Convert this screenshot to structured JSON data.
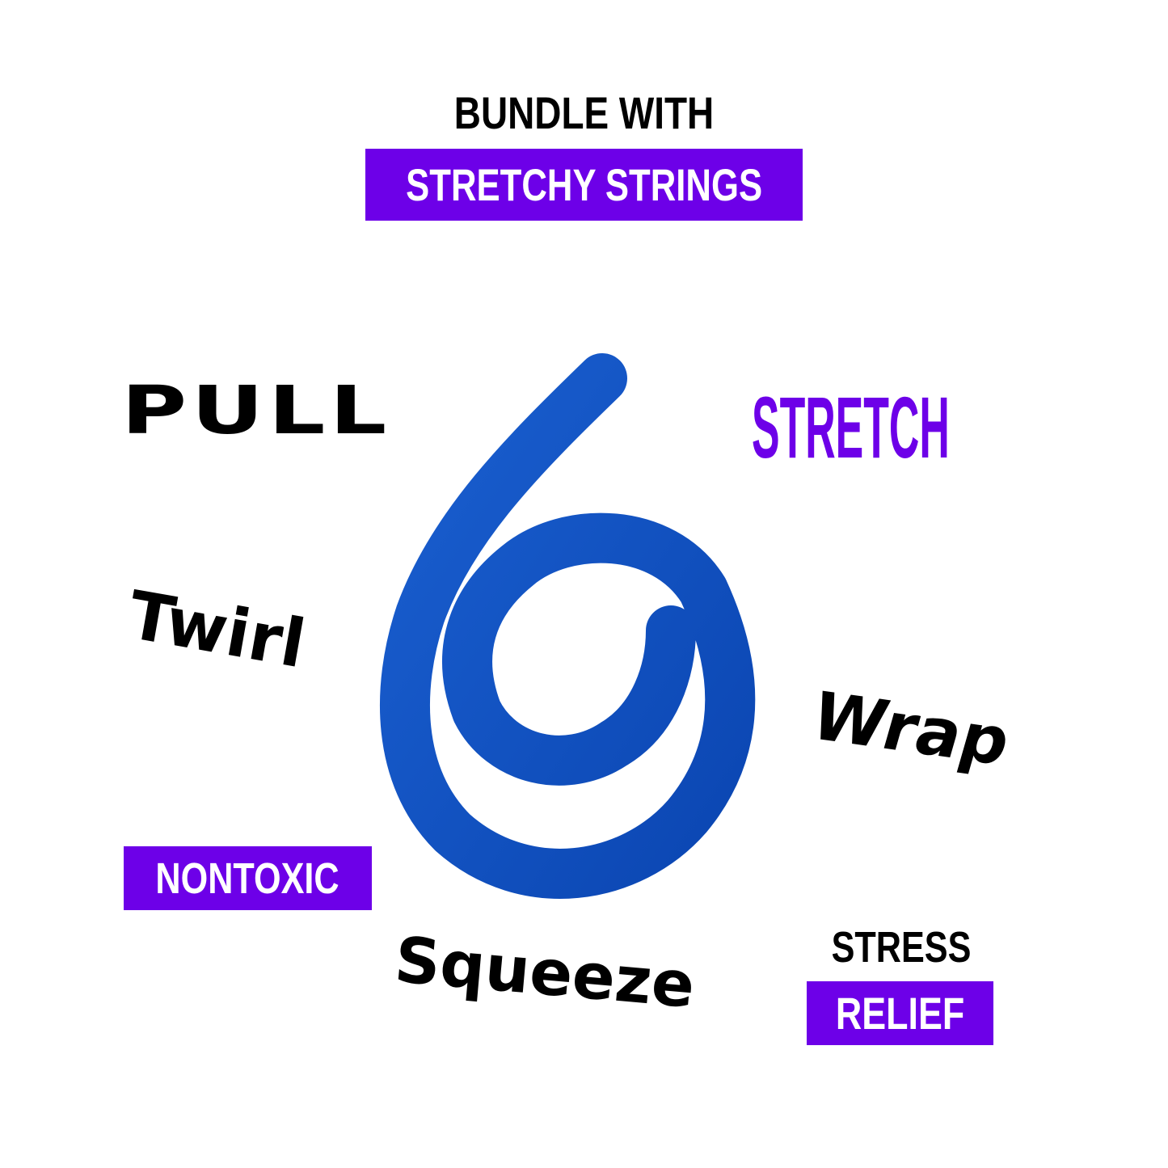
{
  "header": {
    "title": "BUNDLE WITH",
    "banner": "STRETCHY STRINGS"
  },
  "actions": {
    "pull": "PULL",
    "stretch": "STRETCH",
    "twirl": "Twirl",
    "wrap": "Wrap",
    "squeeze": "Squeeze"
  },
  "features": {
    "nontoxic": "NONTOXIC",
    "stress": "STRESS",
    "relief": "RELIEF"
  },
  "product": {
    "name": "stretchy-string",
    "color": "#0f4fc0"
  },
  "colors": {
    "accent": "#6d00e8",
    "text": "#000000",
    "background": "#ffffff"
  }
}
